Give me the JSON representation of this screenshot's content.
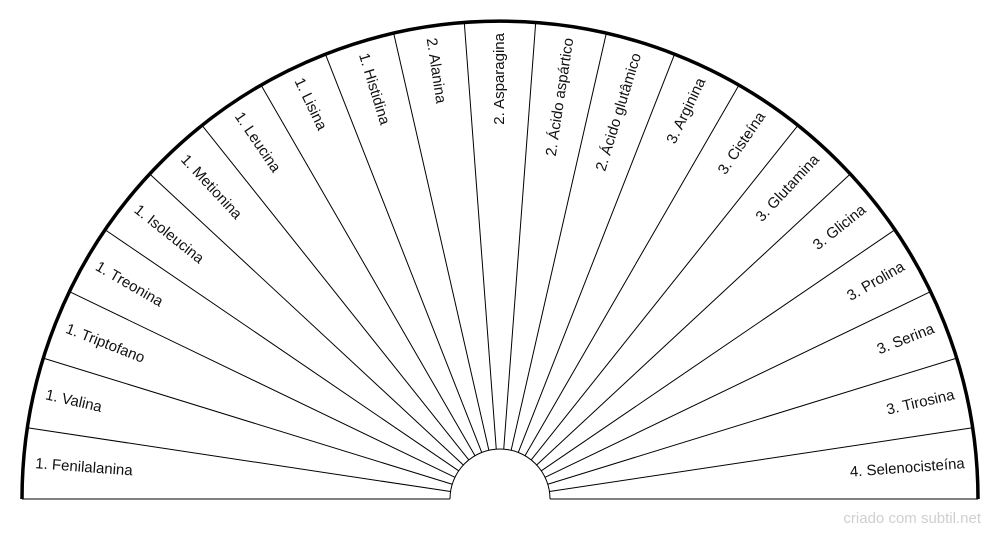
{
  "sectors": [
    "1. Fenilalanina",
    "1. Valina",
    "1. Triptofano",
    "1. Treonina",
    "1. Isoleucina",
    "1. Metionina",
    "1. Leucina",
    "1. Lisina",
    "1. Histidina",
    "2. Alanina",
    "2. Asparagina",
    "2. Ácido aspártico",
    "2. Ácido glutâmico",
    "3. Arginina",
    "3. Cisteína",
    "3. Glutamina",
    "3. Glicina",
    "3. Prolina",
    "3. Serina",
    "3. Tirosina",
    "4. Selenocisteína"
  ],
  "credit": "criado com subtil.net",
  "colors": {
    "line": "#000000",
    "text": "#111111",
    "credit": "#cfcfcf"
  }
}
